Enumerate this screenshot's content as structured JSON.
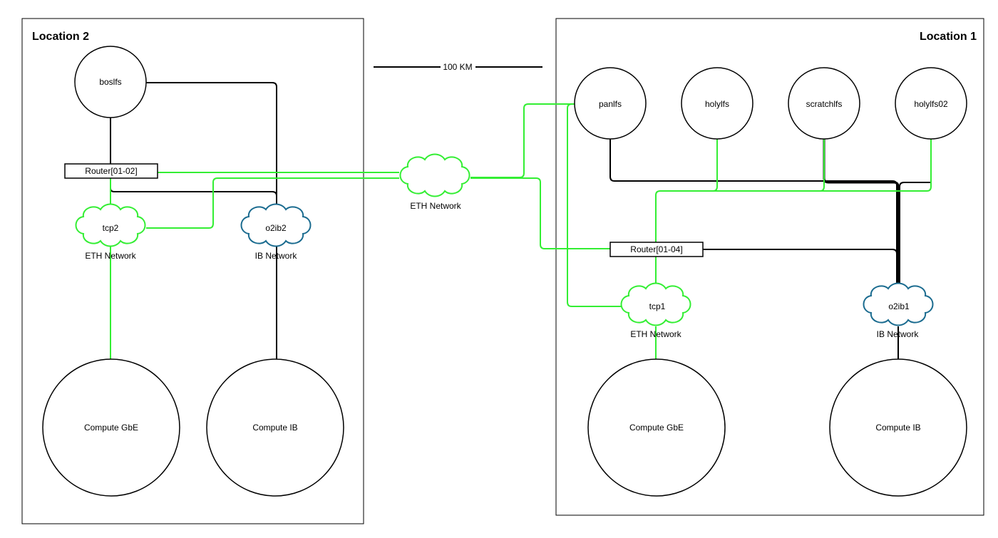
{
  "location_left": {
    "title": "Location 2"
  },
  "location_right": {
    "title": "Location 1"
  },
  "distance": {
    "label": "100 KM"
  },
  "colors": {
    "eth": "#33ee33",
    "ib_cloud": "#1a6b8f",
    "ib_link": "#000000"
  },
  "left": {
    "fs": {
      "label": "boslfs"
    },
    "router": {
      "label": "Router[01-02]"
    },
    "eth_cloud": {
      "label": "tcp2",
      "caption": "ETH Network"
    },
    "ib_cloud": {
      "label": "o2ib2",
      "caption": "IB Network"
    },
    "compute_gbe": {
      "label": "Compute GbE"
    },
    "compute_ib": {
      "label": "Compute IB"
    }
  },
  "center": {
    "eth_cloud": {
      "caption": "ETH Network"
    }
  },
  "right": {
    "fs": [
      {
        "label": "panlfs"
      },
      {
        "label": "holylfs"
      },
      {
        "label": "scratchlfs"
      },
      {
        "label": "holylfs02"
      }
    ],
    "router": {
      "label": "Router[01-04]"
    },
    "eth_cloud": {
      "label": "tcp1",
      "caption": "ETH Network"
    },
    "ib_cloud": {
      "label": "o2ib1",
      "caption": "IB Network"
    },
    "compute_gbe": {
      "label": "Compute GbE"
    },
    "compute_ib": {
      "label": "Compute IB"
    }
  }
}
